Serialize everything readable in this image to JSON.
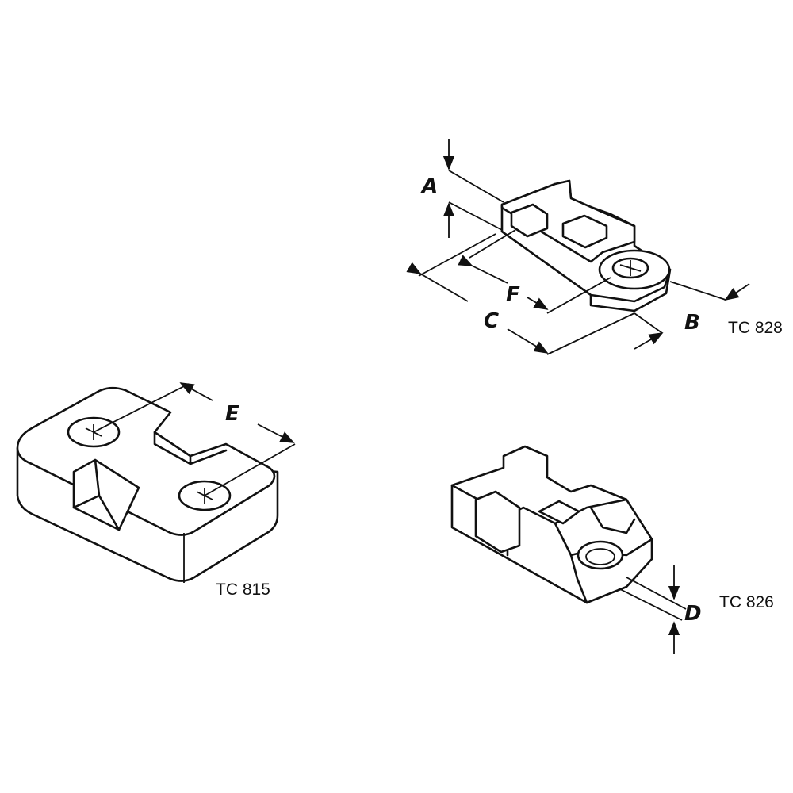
{
  "parts": [
    {
      "id": "tc828",
      "label": "TC 828",
      "dimensions": [
        "A",
        "B",
        "C",
        "F"
      ]
    },
    {
      "id": "tc815",
      "label": "TC 815",
      "dimensions": [
        "E"
      ]
    },
    {
      "id": "tc826",
      "label": "TC 826",
      "dimensions": [
        "D"
      ]
    }
  ],
  "dimension_labels": {
    "A": "A",
    "B": "B",
    "C": "C",
    "D": "D",
    "E": "E",
    "F": "F"
  }
}
